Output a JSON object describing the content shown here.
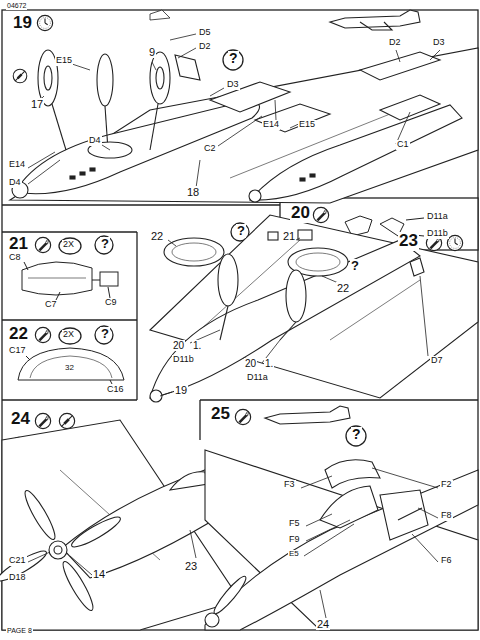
{
  "diagram": {
    "labels": [
      "04672",
      "19",
      "D5",
      "D2",
      "E15",
      "9",
      "17",
      "E14",
      "D4",
      "D4",
      "D3",
      "?",
      "C2",
      "E14",
      "E15",
      "D2",
      "D3",
      "C1",
      "18",
      "20",
      "D11a",
      "D11b",
      "21",
      "2X",
      "?",
      "C8",
      "C7",
      "C9",
      "22",
      "2X",
      "?",
      "C17",
      "32",
      "C16",
      "23",
      "22",
      "?",
      "21",
      "?",
      "22",
      "20",
      "1.",
      "D11b",
      "19",
      "20",
      "1.",
      "D11a",
      "D7",
      "24",
      "C21",
      "D18",
      "14",
      "23",
      "25",
      "?",
      "F3",
      "F2",
      "F5",
      "F9",
      "E5",
      "F8",
      "F6",
      "24",
      "PAGE 8"
    ]
  }
}
